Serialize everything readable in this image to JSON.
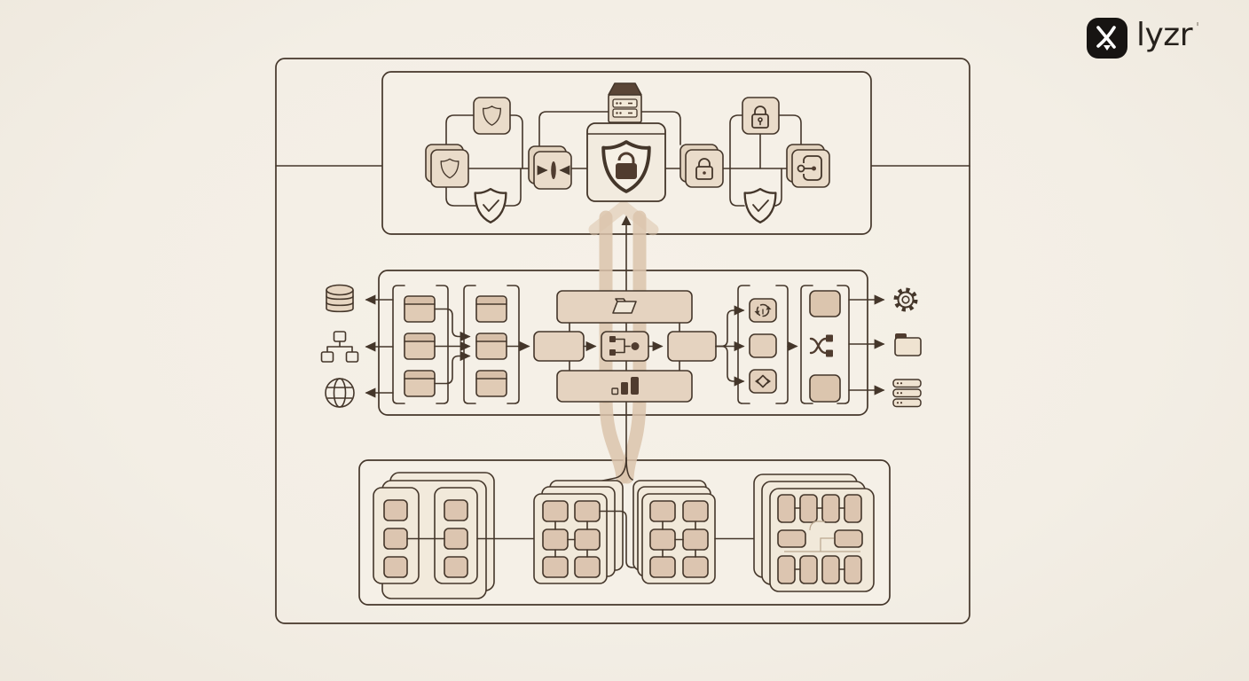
{
  "logo": {
    "text": "lyzr",
    "trademark": "'"
  },
  "colors": {
    "background": "#f3eee5",
    "panel": "#f5f0e7",
    "line": "#44362a",
    "accent_dark": "#503c2f",
    "card": "#eadcca",
    "card_back": "#e2d3bf",
    "window_box": "#e0cbb5",
    "window_header": "#d7bfa8",
    "wide_box": "#e5d3c0",
    "filled_box": "#dbc5ae",
    "sync_box": "#e3d0bc",
    "small_box": "#dcc5b0",
    "cluster_card": "#f2eadc",
    "cluster_front": "#f1e9da",
    "big_box": "#f2ebdf",
    "shield_fill": "#f6f0e5",
    "shield_small": "#e6d7c4",
    "flow_stripe": "#dbc4ac",
    "logo_black": "#171412",
    "icon_fill": "#efe3d1"
  },
  "sections": {
    "security_band": {
      "name": "security-layer",
      "icons": [
        "shield-stack",
        "shield",
        "shield-check",
        "compress-arrows",
        "server-tower",
        "shield-lock",
        "padlock-stack",
        "padlock",
        "shield-check",
        "key-door-stack"
      ]
    },
    "pipeline": {
      "name": "processing-pipeline",
      "source_icons": [
        "database",
        "sitemap",
        "globe"
      ],
      "stage_groups": [
        "ingest-windows",
        "staging-windows"
      ],
      "core_boxes": [
        "open-folder",
        "workflow-branch",
        "bar-chart"
      ],
      "post_groups": [
        "recycle-plain-rotate",
        "shuffle"
      ],
      "output_icons": [
        "gear",
        "folder",
        "server-stack"
      ]
    },
    "agent_grids": {
      "name": "agent-clusters",
      "clusters": 4
    }
  }
}
